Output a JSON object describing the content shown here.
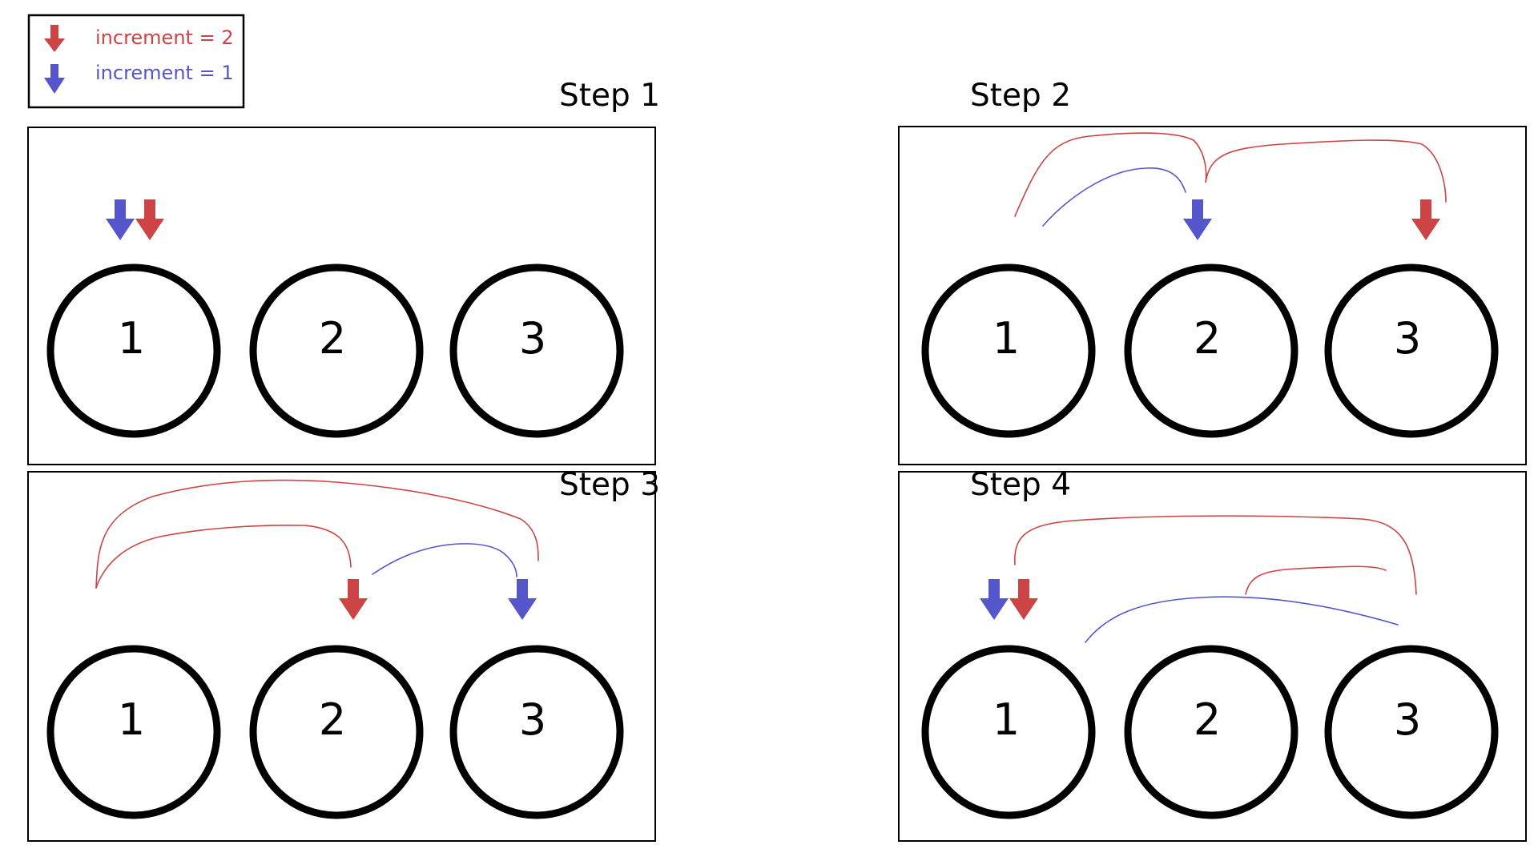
{
  "colors": {
    "increment_two": "#cc4444",
    "increment_one": "#5555cc",
    "outline": "#000000"
  },
  "legend": {
    "items": [
      {
        "label": "increment = 2",
        "color_key": "increment_two",
        "icon": "down-arrow-icon"
      },
      {
        "label": "increment = 1",
        "color_key": "increment_one",
        "icon": "down-arrow-icon"
      }
    ]
  },
  "panels": [
    {
      "title": "Step 1",
      "circles": [
        "1",
        "2",
        "3"
      ],
      "pointers": [
        {
          "series": "increment_one",
          "slot": 1
        },
        {
          "series": "increment_two",
          "slot": 1
        }
      ]
    },
    {
      "title": "Step 2",
      "circles": [
        "1",
        "2",
        "3"
      ],
      "pointers": [
        {
          "series": "increment_one",
          "slot": 2
        },
        {
          "series": "increment_two",
          "slot": 3
        }
      ]
    },
    {
      "title": "Step 3",
      "circles": [
        "1",
        "2",
        "3"
      ],
      "pointers": [
        {
          "series": "increment_two",
          "slot": 2
        },
        {
          "series": "increment_one",
          "slot": 3
        }
      ]
    },
    {
      "title": "Step 4",
      "circles": [
        "1",
        "2",
        "3"
      ],
      "pointers": [
        {
          "series": "increment_one",
          "slot": 1
        },
        {
          "series": "increment_two",
          "slot": 1
        }
      ]
    }
  ]
}
